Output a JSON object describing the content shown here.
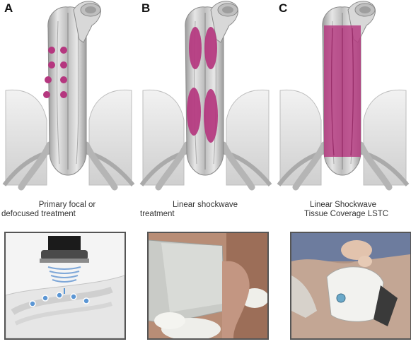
{
  "panels": [
    {
      "letter": "A",
      "caption_lines": [
        "Primary focal or",
        "defocused treatment"
      ]
    },
    {
      "letter": "B",
      "caption_lines": [
        "Linear shockwave",
        "treatment"
      ]
    },
    {
      "letter": "C",
      "caption_lines": [
        "Linear Shockwave",
        "Tissue Coverage LSTC"
      ]
    }
  ],
  "colors": {
    "treatment_zone": "#b5377f",
    "tissue_gray": "#c9c9c9",
    "background": "#ffffff"
  }
}
